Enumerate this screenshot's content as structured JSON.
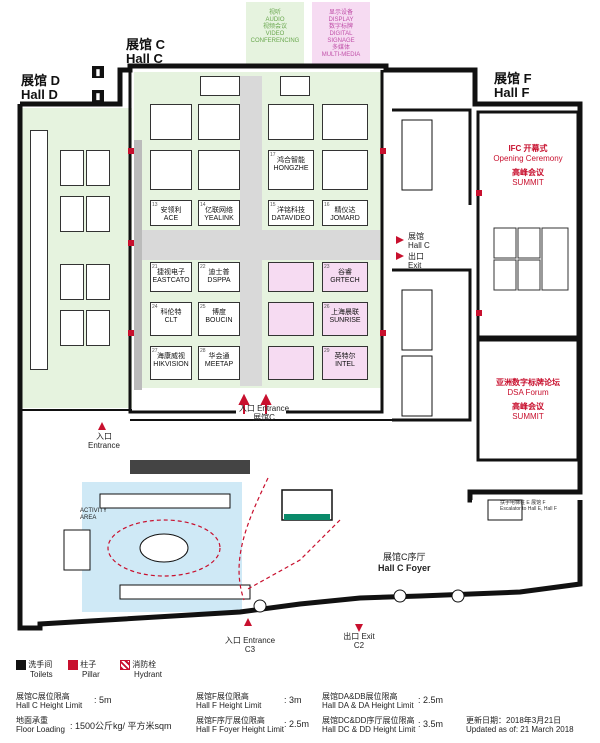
{
  "top_legend": {
    "green_lines": [
      "视听",
      "AUDIO",
      "视频会议",
      "VIDEO",
      "CONFERENCING"
    ],
    "pink_lines": [
      "显示设备",
      "DISPLAY",
      "数字标牌",
      "DIGITAL",
      "SIGNAGE",
      "多媒体",
      "MULTI-MEDIA"
    ]
  },
  "halls": {
    "c": {
      "cn": "展馆 C",
      "en": "Hall C"
    },
    "d": {
      "cn": "展馆 D",
      "en": "Hall D"
    },
    "f": {
      "cn": "展馆 F",
      "en": "Hall F"
    }
  },
  "hall_f_rooms": {
    "opening": {
      "cn": "IFC 开幕式",
      "en": "Opening Ceremony"
    },
    "summit1": {
      "cn": "高峰会议",
      "en": "SUMMIT"
    },
    "dsa": {
      "cn": "亚洲数字标牌论坛",
      "en": "DSA Forum"
    },
    "summit2": {
      "cn": "高峰会议",
      "en": "SUMMIT"
    }
  },
  "booths": [
    {
      "num": "13",
      "cn": "安领利",
      "en": "ACE"
    },
    {
      "num": "14",
      "cn": "亿联网络",
      "en": "YEALINK"
    },
    {
      "num": "15",
      "cn": "洋铭科技",
      "en": "DATAVIDEO"
    },
    {
      "num": "16",
      "cn": "精仪达",
      "en": "JOMARD"
    },
    {
      "num": "17",
      "cn": "鸿合智能",
      "en": "HONGZHE"
    },
    {
      "num": "21",
      "cn": "捷视电子",
      "en": "EASTCATO"
    },
    {
      "num": "22",
      "cn": "迪士普",
      "en": "DSPPA"
    },
    {
      "num": "23",
      "cn": "谷睿",
      "en": "GRTECH"
    },
    {
      "num": "24",
      "cn": "科伦特",
      "en": "CLT"
    },
    {
      "num": "25",
      "cn": "博度",
      "en": "BOUCIN"
    },
    {
      "num": "26",
      "cn": "上海晨联",
      "en": "SUNRISE"
    },
    {
      "num": "27",
      "cn": "海康威视",
      "en": "HIKVISION"
    },
    {
      "num": "28",
      "cn": "华会通",
      "en": "MEETAP"
    },
    {
      "num": "29",
      "cn": "英特尔",
      "en": "INTEL"
    }
  ],
  "entrances": {
    "hall_c": {
      "cn": "入口 Entrance",
      "en": "展馆C"
    },
    "hall_d": {
      "cn": "入口",
      "en": "Entrance"
    },
    "c3": {
      "cn": "入口 Entrance",
      "en": "C3"
    },
    "c2": {
      "cn": "出口 Exit",
      "en": "C2"
    },
    "exit_right": {
      "cn": "出口",
      "en": "Exit"
    },
    "to_hall_c": {
      "cn": "展馆",
      "en": "Hall C"
    }
  },
  "foyer": {
    "cn": "展馆C序厅",
    "en": "Hall C Foyer"
  },
  "activity_area": {
    "cn": "ACTIVITY",
    "en": "AREA"
  },
  "escalator_note": {
    "cn": "扶手电梯往 E 展馆 F",
    "en": "Escalator to Hall E, Hall F"
  },
  "legend": {
    "toilets": {
      "cn": "洗手间",
      "en": "Toilets"
    },
    "pillar": {
      "cn": "柱子",
      "en": "Pillar"
    },
    "hydrant": {
      "cn": "消防栓",
      "en": "Hydrant"
    }
  },
  "limits": {
    "hall_c": {
      "cn": "展馆C展位限高",
      "en": "Hall C Height Limit",
      "value": ": 5m"
    },
    "hall_f": {
      "cn": "展馆F展位限高",
      "en": "Hall F Height Limit",
      "value": ": 3m"
    },
    "hall_da_db": {
      "cn": "展馆DA&DB展位限高",
      "en": "Hall DA & DA Height Limit",
      "value": ": 2.5m"
    },
    "floor_loading": {
      "cn": "地面承重",
      "en": "Floor Loading",
      "value": ": 1500公斤kg/ 平方米sqm"
    },
    "hall_f_foyer": {
      "cn": "展馆F序厅展位限高",
      "en": "Hall F Foyer Height Limit",
      "value": ": 2.5m"
    },
    "hall_dc_dd": {
      "cn": "展馆DC&DD序厅展位限高",
      "en": "Hall DC & DD Height Limit",
      "value": ": 3.5m"
    }
  },
  "updated": {
    "cn": "更新日期：2018年3月21日",
    "en": "Updated as of: 21 March 2018"
  },
  "colors": {
    "green": "#e6f3df",
    "pink": "#f6dbf2",
    "red": "#c8102e",
    "gray": "#d9d9d9",
    "blue": "#cfe9f6"
  }
}
